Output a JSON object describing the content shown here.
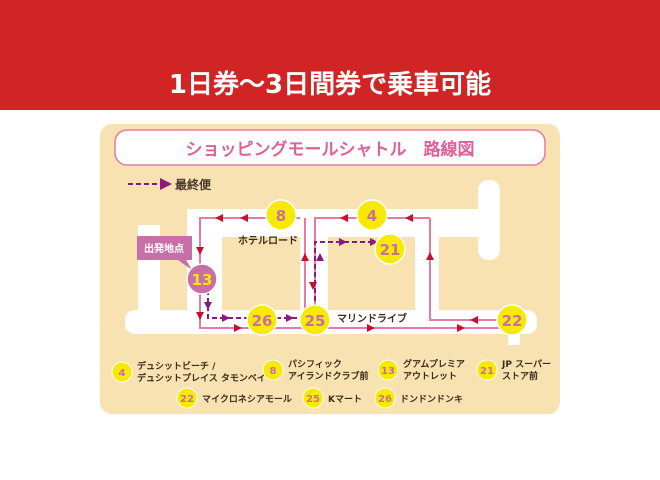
{
  "header": {
    "title": "1日券〜3日間券で乗車可能"
  },
  "map": {
    "title": "ショッピングモールシャトル　路線図",
    "legend_last_bus": "最終便",
    "start_label": "出発地点",
    "roads": {
      "hotel": "ホテルロード",
      "marine": "マリンドライブ"
    },
    "stops": [
      {
        "n": "8"
      },
      {
        "n": "4"
      },
      {
        "n": "21"
      },
      {
        "n": "13"
      },
      {
        "n": "26"
      },
      {
        "n": "25"
      },
      {
        "n": "22"
      }
    ]
  },
  "key": [
    {
      "n": "4",
      "l1": "デュシットビーチ /",
      "l2": "デュシットプレイス タモンベイ"
    },
    {
      "n": "8",
      "l1": "パシフィック",
      "l2": "アイランドクラブ前"
    },
    {
      "n": "13",
      "l1": "グアムプレミア",
      "l2": "アウトレット"
    },
    {
      "n": "21",
      "l1": "JP スーパー",
      "l2": "ストア前"
    },
    {
      "n": "22",
      "l1": "マイクロネシアモール"
    },
    {
      "n": "25",
      "l1": "Kマート"
    },
    {
      "n": "26",
      "l1": "ドンドンドンキ"
    }
  ],
  "colors": {
    "red": "#d02425",
    "pink": "#e57aa4",
    "purple": "#8c1a7e",
    "yellow": "#f7ea00",
    "panel": "#f9e2b2"
  }
}
